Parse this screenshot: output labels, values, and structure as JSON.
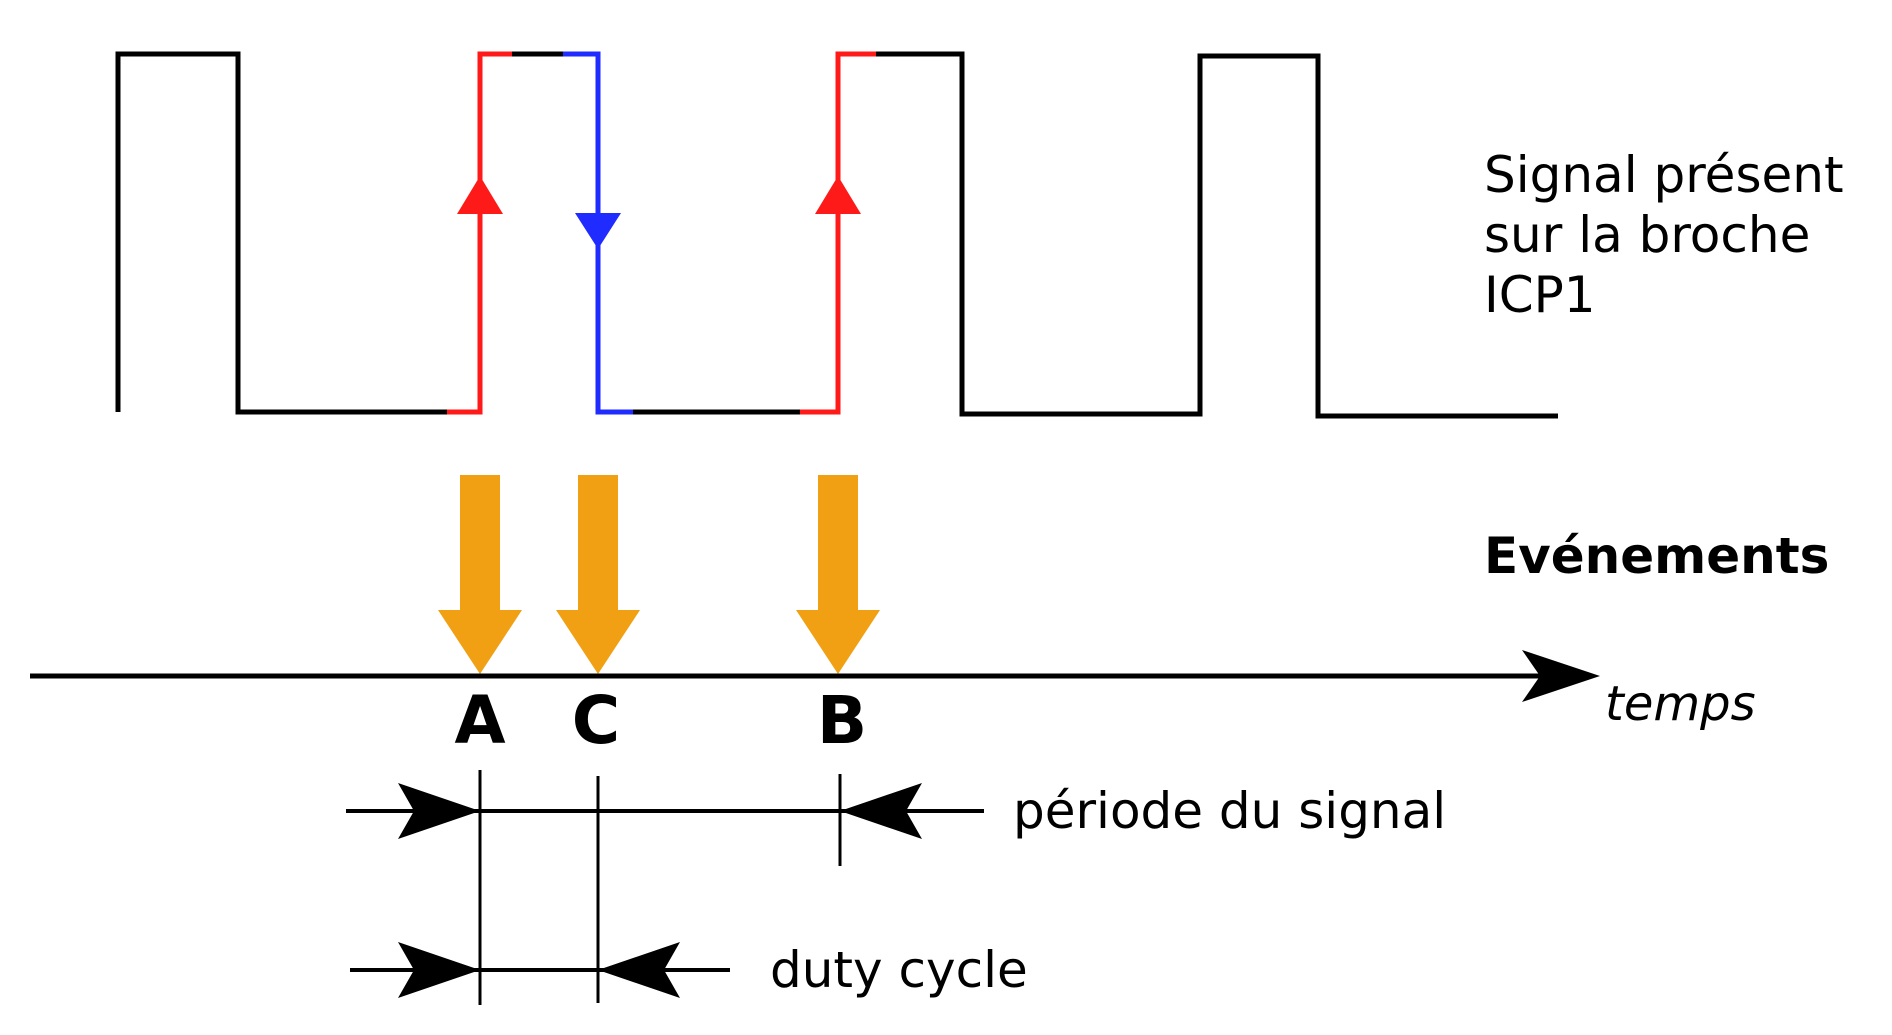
{
  "colors": {
    "signal": "#000000",
    "rising_edge": "#ff1a1a",
    "falling_edge": "#1f2bff",
    "event_arrow": "#f0a012",
    "axis": "#000000"
  },
  "signal_label": [
    "Signal présent",
    "sur la broche",
    "ICP1"
  ],
  "events_label": "Evénements",
  "time_axis_label": "temps",
  "events": [
    {
      "letter": "A",
      "edge": "rising"
    },
    {
      "letter": "C",
      "edge": "falling"
    },
    {
      "letter": "B",
      "edge": "rising"
    }
  ],
  "measurements": {
    "period_label": "période du signal",
    "duty_cycle_label": "duty cycle"
  }
}
